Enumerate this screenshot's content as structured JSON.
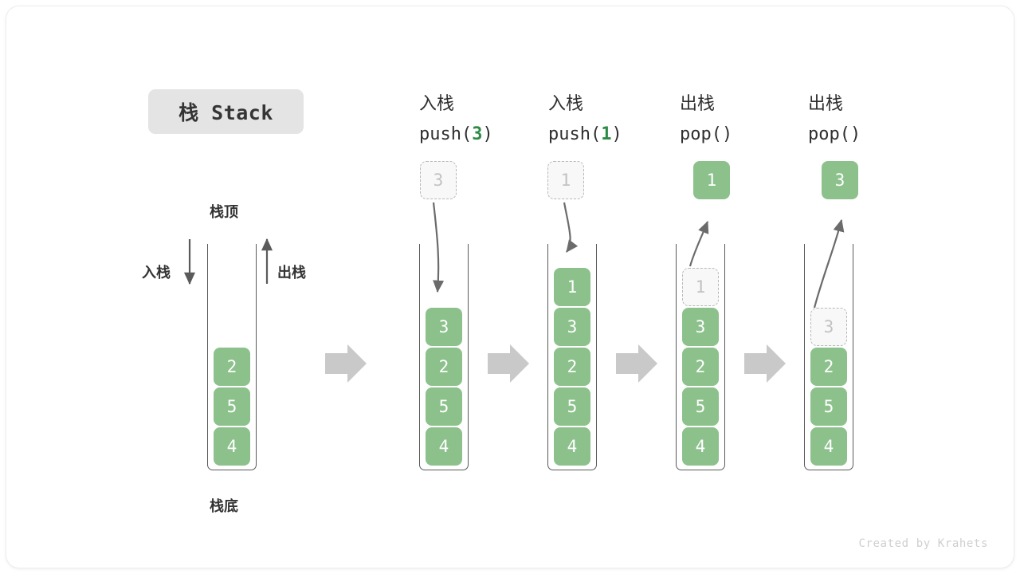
{
  "canvas": {
    "background": "#ffffff",
    "accent_green": "#8cc18c",
    "accent_green_text": "#2e8b45",
    "ghost_fill": "#f8f8f8",
    "ghost_border": "#b8b8b8",
    "arrow_gray": "#c8c8c8",
    "line_gray": "#5a5a5a"
  },
  "title": {
    "text": "栈 Stack"
  },
  "legend": {
    "top_label": "栈顶",
    "bottom_label": "栈底",
    "push_label": "入栈",
    "pop_label": "出栈"
  },
  "watermark": {
    "text": "Created by Krahets"
  },
  "columns": [
    {
      "id": "initial",
      "head_line1": "",
      "head_line2": "",
      "op": "",
      "arg": "",
      "cells": [
        {
          "value": "2",
          "state": "filled"
        },
        {
          "value": "5",
          "state": "filled"
        },
        {
          "value": "4",
          "state": "filled"
        }
      ],
      "float_box": null
    },
    {
      "id": "push-3",
      "head_line1": "入栈",
      "op": "push(",
      "arg": "3",
      "op_close": ")",
      "cells": [
        {
          "value": "3",
          "state": "filled"
        },
        {
          "value": "2",
          "state": "filled"
        },
        {
          "value": "5",
          "state": "filled"
        },
        {
          "value": "4",
          "state": "filled"
        }
      ],
      "float_box": {
        "value": "3",
        "state": "ghost"
      }
    },
    {
      "id": "push-1",
      "head_line1": "入栈",
      "op": "push(",
      "arg": "1",
      "op_close": ")",
      "cells": [
        {
          "value": "1",
          "state": "filled"
        },
        {
          "value": "3",
          "state": "filled"
        },
        {
          "value": "2",
          "state": "filled"
        },
        {
          "value": "5",
          "state": "filled"
        },
        {
          "value": "4",
          "state": "filled"
        }
      ],
      "float_box": {
        "value": "1",
        "state": "ghost"
      }
    },
    {
      "id": "pop-1",
      "head_line1": "出栈",
      "op": "pop(",
      "arg": "",
      "op_close": ")",
      "cells": [
        {
          "value": "1",
          "state": "ghost"
        },
        {
          "value": "3",
          "state": "filled"
        },
        {
          "value": "2",
          "state": "filled"
        },
        {
          "value": "5",
          "state": "filled"
        },
        {
          "value": "4",
          "state": "filled"
        }
      ],
      "float_box": {
        "value": "1",
        "state": "filled"
      }
    },
    {
      "id": "pop-2",
      "head_line1": "出栈",
      "op": "pop(",
      "arg": "",
      "op_close": ")",
      "cells": [
        {
          "value": "3",
          "state": "ghost"
        },
        {
          "value": "2",
          "state": "filled"
        },
        {
          "value": "5",
          "state": "filled"
        },
        {
          "value": "4",
          "state": "filled"
        }
      ],
      "float_box": {
        "value": "3",
        "state": "filled"
      }
    }
  ]
}
